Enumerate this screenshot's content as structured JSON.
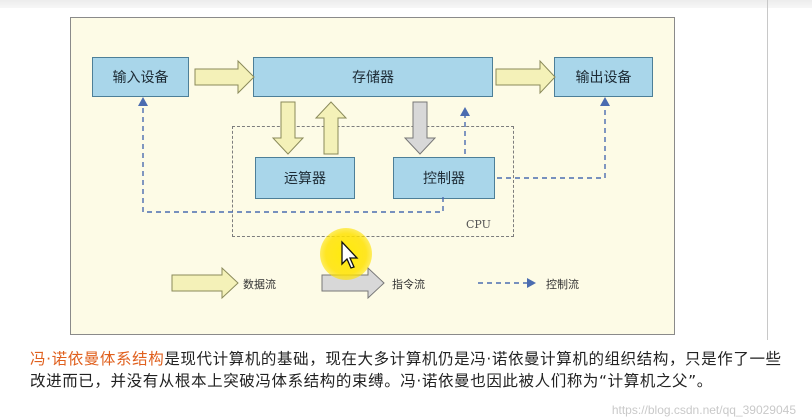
{
  "diagram": {
    "units": {
      "input": "输入设备",
      "memory": "存储器",
      "output": "输出设备",
      "alu": "运算器",
      "control": "控制器"
    },
    "cpu_label": "CPU",
    "legend": {
      "data_flow": "数据流",
      "instruction_flow": "指令流",
      "control_flow": "控制流"
    },
    "colors": {
      "unit_fill": "#a9d6ea",
      "data_arrow": "#f4f1b8",
      "instruction_arrow": "#d8d8d8",
      "control_line": "#4b6cb0",
      "highlight": "#e0601e"
    }
  },
  "caption": {
    "highlight": "冯·诺依曼体系结构",
    "rest": "是现代计算机的基础，现在大多计算机仍是冯·诺依曼计算机的组织结构，只是作了一些改进而已，并没有从根本上突破冯体系结构的束缚。冯·诺依曼也因此被人们称为“计算机之父”。"
  },
  "watermark": "https://blog.csdn.net/qq_39029045"
}
